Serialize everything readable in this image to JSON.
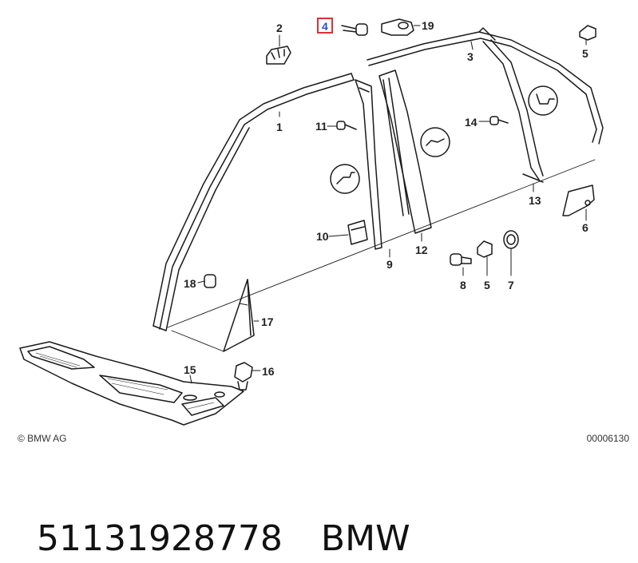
{
  "diagram": {
    "callouts": [
      {
        "id": "1",
        "label": "1"
      },
      {
        "id": "2",
        "label": "2"
      },
      {
        "id": "3",
        "label": "3"
      },
      {
        "id": "4",
        "label": "4",
        "highlighted": true
      },
      {
        "id": "5a",
        "label": "5"
      },
      {
        "id": "5b",
        "label": "5"
      },
      {
        "id": "6",
        "label": "6"
      },
      {
        "id": "7",
        "label": "7"
      },
      {
        "id": "8",
        "label": "8"
      },
      {
        "id": "9",
        "label": "9"
      },
      {
        "id": "10",
        "label": "10"
      },
      {
        "id": "11",
        "label": "11"
      },
      {
        "id": "12",
        "label": "12"
      },
      {
        "id": "13",
        "label": "13"
      },
      {
        "id": "14",
        "label": "14"
      },
      {
        "id": "15",
        "label": "15"
      },
      {
        "id": "16",
        "label": "16"
      },
      {
        "id": "17",
        "label": "17"
      },
      {
        "id": "18",
        "label": "18"
      },
      {
        "id": "19",
        "label": "19"
      }
    ],
    "copyright": "© BMW AG",
    "drawing_number": "00006130",
    "highlight_color": "#e03030"
  },
  "caption": {
    "part_number": "51131928778",
    "brand": "BMW"
  }
}
